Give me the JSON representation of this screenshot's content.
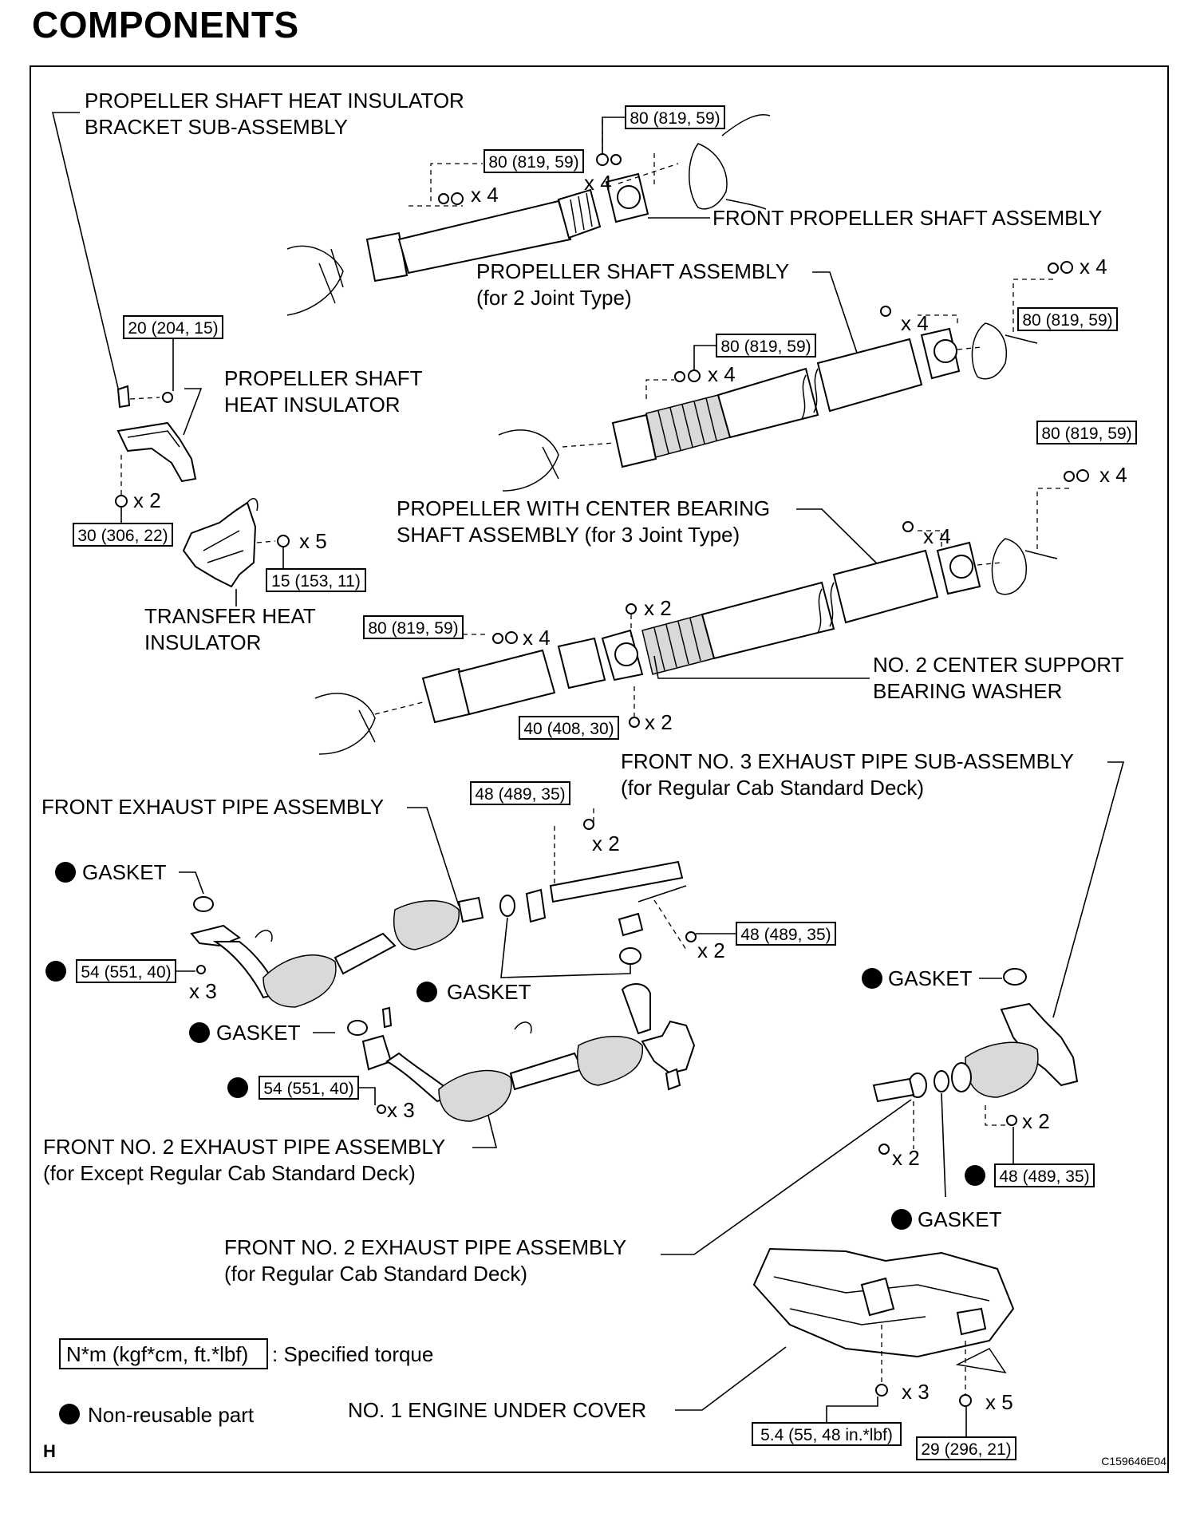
{
  "title": "COMPONENTS",
  "labels": {
    "heat_insulator_bracket_1": "PROPELLER SHAFT HEAT INSULATOR",
    "heat_insulator_bracket_2": "BRACKET SUB-ASSEMBLY",
    "front_propeller": "FRONT PROPELLER SHAFT ASSEMBLY",
    "prop_2joint_1": "PROPELLER SHAFT ASSEMBLY",
    "prop_2joint_2": "(for 2 Joint Type)",
    "heat_insulator_1": "PROPELLER SHAFT",
    "heat_insulator_2": "HEAT INSULATOR",
    "center_bearing_1": "PROPELLER WITH CENTER BEARING",
    "center_bearing_2": "SHAFT ASSEMBLY (for 3 Joint Type)",
    "transfer_insulator_1": "TRANSFER HEAT",
    "transfer_insulator_2": "INSULATOR",
    "washer_1": "NO. 2 CENTER SUPPORT",
    "washer_2": "BEARING WASHER",
    "no3_pipe_1": "FRONT NO. 3 EXHAUST PIPE SUB-ASSEMBLY",
    "no3_pipe_2": "(for Regular Cab Standard Deck)",
    "front_exhaust": "FRONT EXHAUST PIPE ASSEMBLY",
    "gasket": "GASKET",
    "no2_except_1": "FRONT NO. 2 EXHAUST PIPE ASSEMBLY",
    "no2_except_2": "(for Except Regular Cab Standard Deck)",
    "no2_regular_1": "FRONT NO. 2 EXHAUST PIPE ASSEMBLY",
    "no2_regular_2": "(for Regular Cab Standard Deck)",
    "under_cover": "NO. 1 ENGINE UNDER COVER"
  },
  "torques": {
    "t_80_a": "80 (819, 59)",
    "t_80_b": "80 (819, 59)",
    "t_80_c": "80 (819, 59)",
    "t_80_d": "80 (819, 59)",
    "t_80_e": "80 (819, 59)",
    "t_80_f": "80 (819, 59)",
    "t_20": "20 (204, 15)",
    "t_30": "30 (306, 22)",
    "t_15": "15 (153, 11)",
    "t_40": "40 (408, 30)",
    "t_48_a": "48 (489, 35)",
    "t_48_b": "48 (489, 35)",
    "t_48_c": "48 (489, 35)",
    "t_54_a": "54 (551, 40)",
    "t_54_b": "54 (551, 40)",
    "t_54x": "5.4 (55, 48 in.*lbf)",
    "t_29": "29 (296, 21)"
  },
  "quantities": {
    "x4": "x 4",
    "x2": "x 2",
    "x3": "x 3",
    "x5": "x 5"
  },
  "legend": {
    "torque_box": "N*m (kgf*cm, ft.*lbf)",
    "torque_text": ": Specified torque",
    "nonreusable": "Non-reusable part"
  },
  "corner_letter": "H",
  "figure_code": "C159646E04"
}
